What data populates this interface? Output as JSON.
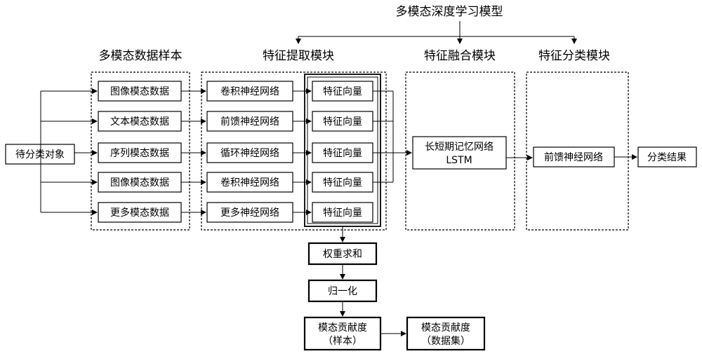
{
  "model_title": "多模态深度学习模型",
  "sections": {
    "samples": "多模态数据样本",
    "extraction": "特征提取模块",
    "fusion": "特征融合模块",
    "classification": "特征分类模块"
  },
  "input_object": "待分类对象",
  "modalities": [
    "图像模态数据",
    "文本模态数据",
    "序列模态数据",
    "图像模态数据",
    "更多模态数据"
  ],
  "networks": [
    "卷积神经网络",
    "前馈神经网络",
    "循环神经网络",
    "卷积神经网络",
    "更多神经网络"
  ],
  "feature_vector": "特征向量",
  "fusion_box": {
    "line1": "长短期记忆网络",
    "line2": "LSTM"
  },
  "classifier": "前馈神经网络",
  "result": "分类结果",
  "weighted_sum": "权重求和",
  "normalize": "归一化",
  "contrib_sample": {
    "line1": "模态贡献度",
    "line2": "（样本）"
  },
  "contrib_dataset": {
    "line1": "模态贡献度",
    "line2": "（数据集）"
  }
}
